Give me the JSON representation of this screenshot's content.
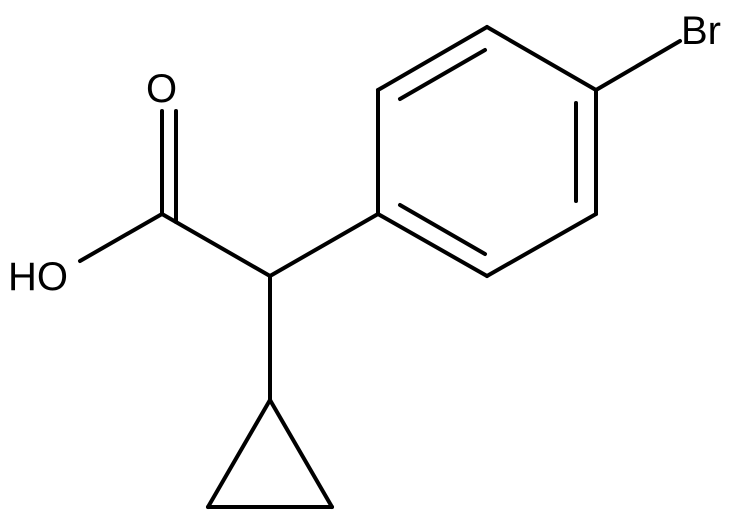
{
  "molecule": {
    "atom_labels": {
      "bromine": "Br",
      "carbonyl_oxygen": "O",
      "hydroxyl": "HO"
    },
    "bond_color": "#000000",
    "background_color": "#ffffff"
  }
}
